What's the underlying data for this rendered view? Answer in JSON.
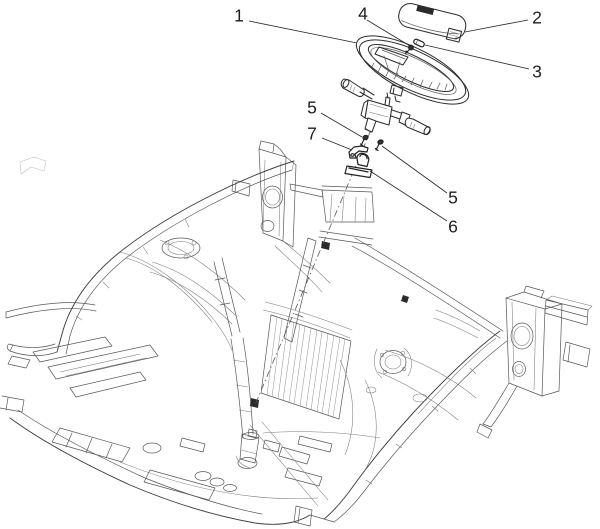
{
  "diagram": {
    "background_color": "#ffffff",
    "line_color": "#4a4a4a",
    "callout_text_color": "#1e1e1e",
    "callouts": [
      {
        "label": "1"
      },
      {
        "label": "2"
      },
      {
        "label": "3"
      },
      {
        "label": "4"
      },
      {
        "label": "5"
      },
      {
        "label": "7"
      },
      {
        "label": "5"
      },
      {
        "label": "6"
      }
    ]
  }
}
